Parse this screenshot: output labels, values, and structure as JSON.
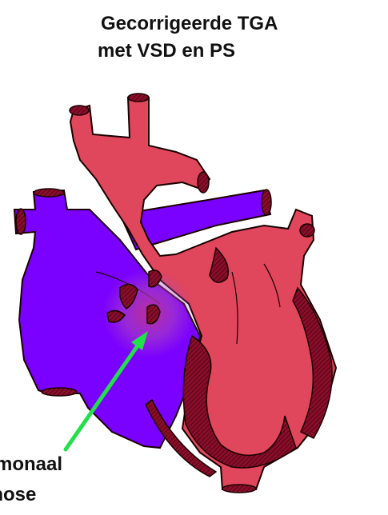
{
  "diagram": {
    "title_line1": "Gecorrigeerde TGA",
    "title_line2": "met  VSD en PS",
    "label_line1": "monaal",
    "label_line2": "enose"
  },
  "colors": {
    "arterial": "#e0465c",
    "venous": "#7a00ff",
    "myocardium": "#8a0e2a",
    "arrow": "#22e04a",
    "outline": "#1a0000"
  }
}
